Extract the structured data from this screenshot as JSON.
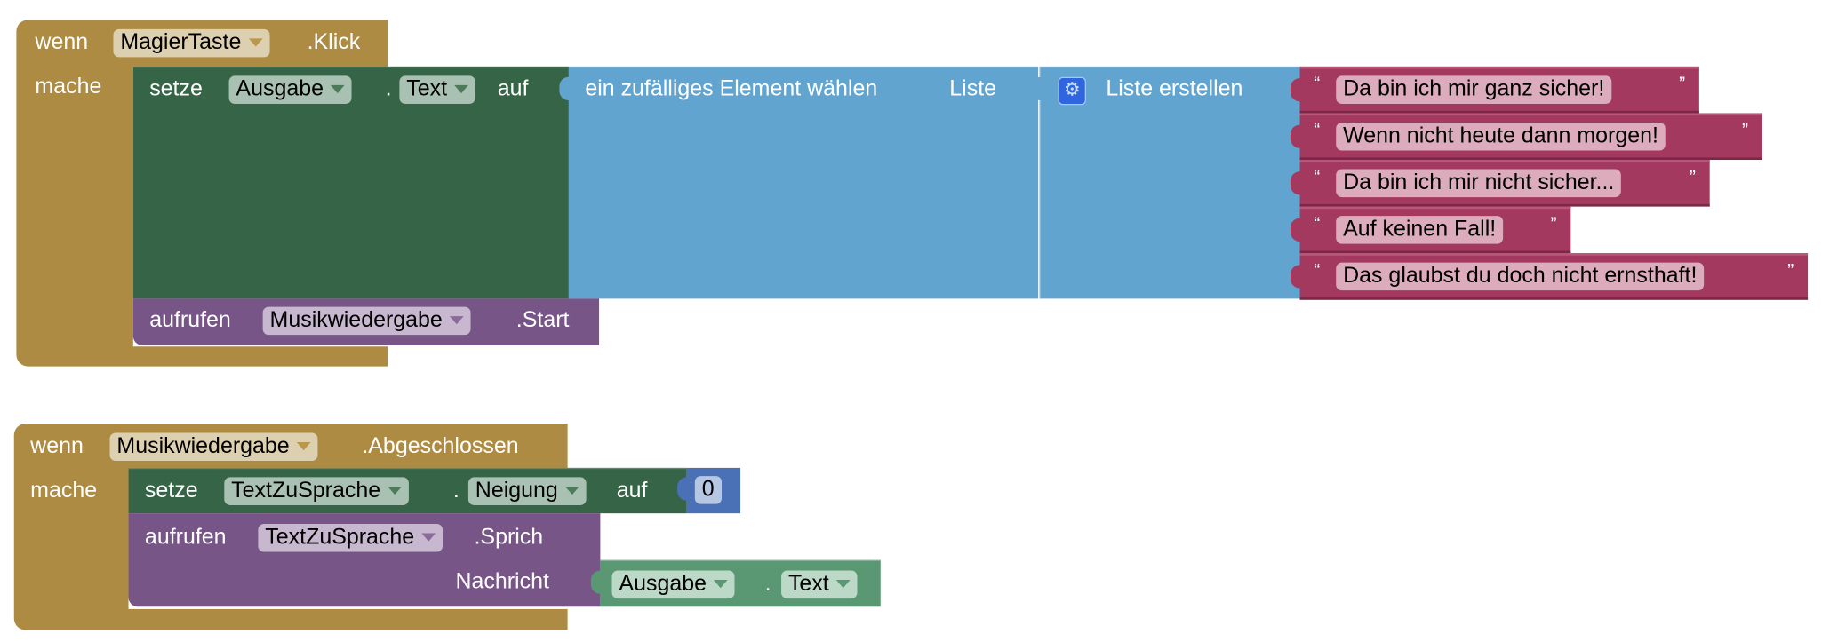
{
  "event1": {
    "when": "wenn",
    "component": "MagierTaste",
    "event": ".Klick",
    "do": "mache",
    "set": {
      "label": "setze",
      "component": "Ausgabe",
      "dot": ".",
      "property": "Text",
      "to": "auf"
    },
    "random": {
      "label": "ein zufälliges Element wählen",
      "list_label": "Liste"
    },
    "make_list": {
      "label": "Liste erstellen",
      "icon": "gear-icon"
    },
    "items": [
      "Da bin ich mir ganz sicher!",
      "Wenn nicht heute dann morgen!",
      "Da bin ich mir nicht sicher...",
      "Auf keinen Fall!",
      "Das glaubst du doch nicht ernsthaft!"
    ],
    "quote_open": "“",
    "quote_close": "”",
    "call": {
      "label": "aufrufen",
      "component": "Musikwiedergabe",
      "method": ".Start"
    }
  },
  "event2": {
    "when": "wenn",
    "component": "Musikwiedergabe",
    "event": ".Abgeschlossen",
    "do": "mache",
    "set": {
      "label": "setze",
      "component": "TextZuSprache",
      "dot": ".",
      "property": "Neigung",
      "to": "auf",
      "value": "0"
    },
    "call": {
      "label": "aufrufen",
      "component": "TextZuSprache",
      "method": ".Sprich",
      "arg_label": "Nachricht"
    },
    "getter": {
      "component": "Ausgabe",
      "dot": ".",
      "property": "Text"
    }
  },
  "colors": {
    "event": "#ad8b43",
    "setter": "#366446",
    "list": "#62a4d0",
    "text": "#a3395e",
    "call": "#775587",
    "getter": "#5a9773",
    "number": "#4a70b5"
  }
}
